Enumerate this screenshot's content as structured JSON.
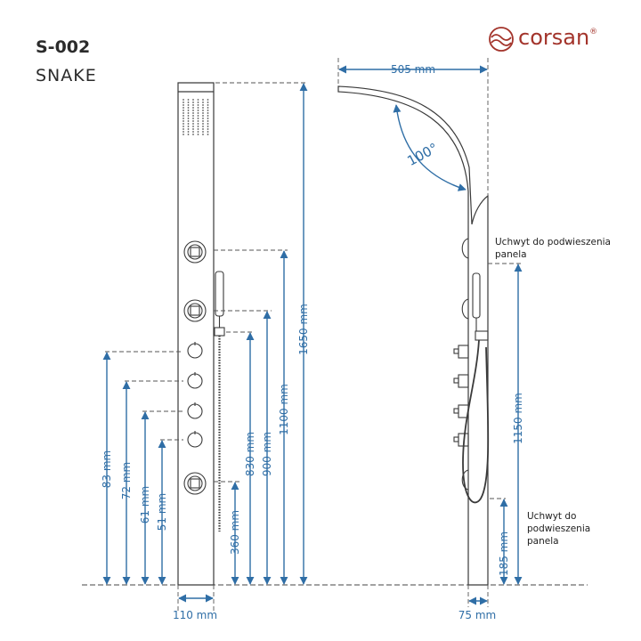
{
  "header": {
    "model": "S-002",
    "name": "SNAKE",
    "brand": "corsan",
    "brand_mark": "®"
  },
  "colors": {
    "dimension": "#2f6ea6",
    "outline": "#3a3a3a",
    "brand": "#a3342b"
  },
  "front_view": {
    "width_label": "110 mm",
    "heights": [
      {
        "label": "83 mm"
      },
      {
        "label": "72 mm"
      },
      {
        "label": "61 mm"
      },
      {
        "label": "51 mm"
      },
      {
        "label": "360 mm"
      },
      {
        "label": "830 mm"
      },
      {
        "label": "900 mm"
      },
      {
        "label": "1100 mm"
      },
      {
        "label": "1650 mm"
      }
    ]
  },
  "side_view": {
    "reach_label": "505 mm",
    "angle_label": "100°",
    "depth_label": "75 mm",
    "hanger_height_label": "1150 mm",
    "bottom_bracket_label": "185 mm",
    "note_top": "Uchwyt do podwieszenia\npanela",
    "note_bottom": "Uchwyt do\npodwieszenia\npanela"
  }
}
